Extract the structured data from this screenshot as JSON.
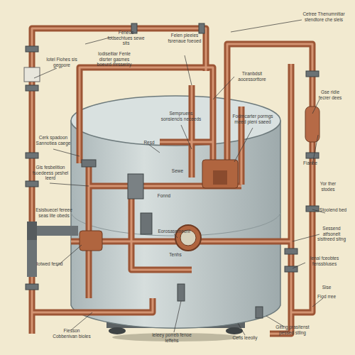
{
  "diagram": {
    "labels": [
      "Feneos fodsechtues sewe sits",
      "Felen pleeies fsrenaue foeoed",
      "Cetree Thenumnitiar stendtore che sleis",
      "Iotel Fiohes sis gegpore",
      "Iodiseitiar Fenle disrter gasmes boeurd mrsseriry",
      "Tiranbdsit aocessorttore",
      "Gse ridie fecrer dees",
      "Sempruens sonsiencis neceeds",
      "Fodrncarter pormgs meed pieni saeed",
      "Cerk spadoon Sannotiea caege",
      "Gis fesbelition fsoedeess peshel leerd",
      "Resd",
      "Sewe",
      "Fonnd",
      "Esisbuecel fereee seas lite obeds",
      "Fianbe",
      "Yor ther stodes",
      "Stoolend bed",
      "Sessend atfsonelt sisttreed sitng",
      "Eorosasemeenl",
      "Iotwed fesnd",
      "Tenhs",
      "Ienal fceobtes fenssbluses",
      "Sise",
      "Fiod rree",
      "Fiesson Cobbenivan bioles",
      "ieleey porreb fenoe leffehs",
      "Cefls leeoliy",
      "Gittng prasitenst pessed stllng"
    ]
  }
}
